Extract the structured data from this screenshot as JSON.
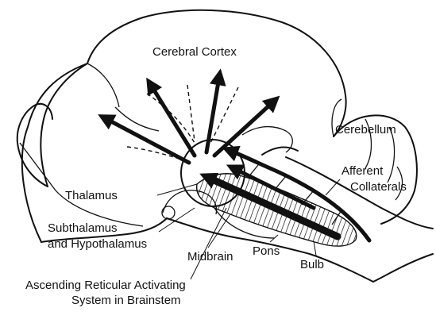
{
  "labels": {
    "cerebral_cortex": "Cerebral Cortex",
    "cerebellum": "Cerebellum",
    "afferent_line1": "Afferent",
    "afferent_line2": "Collaterals",
    "thalamus": "Thalamus",
    "subthalamus_line1": "Subthalamus",
    "subthalamus_line2": "and Hypothalamus",
    "midbrain": "Midbrain",
    "pons": "Pons",
    "bulb": "Bulb",
    "aras_line1": "Ascending Reticular Activating",
    "aras_line2": "System in Brainstem"
  },
  "colors": {
    "ink": "#111111",
    "background": "#ffffff"
  }
}
